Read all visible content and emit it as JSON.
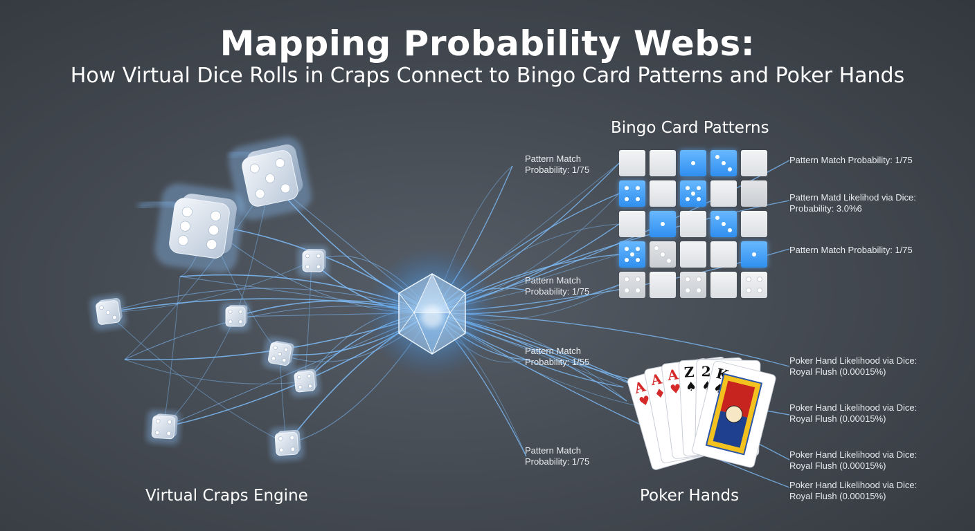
{
  "header": {
    "title": "Mapping Probability Webs:",
    "subtitle": "How Virtual Dice Rolls in Craps Connect to Bingo Card Patterns and Poker Hands"
  },
  "sections": {
    "craps_label": "Virtual Craps Engine",
    "bingo_label": "Bingo Card Patterns",
    "poker_label": "Poker Hands"
  },
  "left_annotations": [
    {
      "line1": "Pattern Match",
      "line2": "Probability: 1/75"
    },
    {
      "line1": "Pattern Match",
      "line2": "Probability: 1/75"
    },
    {
      "line1": "Pattern Match",
      "line2": "Probability: 1/55"
    },
    {
      "line1": "Pattern Match",
      "line2": "Probability: 1/75"
    }
  ],
  "bingo_annotations": [
    {
      "line1": "Pattern Match Probability: 1/75",
      "line2": ""
    },
    {
      "line1": "Pattern Matd Likelihod via Dice:",
      "line2": "Probability: 3.0%6"
    },
    {
      "line1": "Pattern Match Probability: 1/75",
      "line2": ""
    }
  ],
  "poker_annotations": [
    {
      "line1": "Poker Hand Likelihood via Dice:",
      "line2": "Royal Flush (0.00015%)"
    },
    {
      "line1": "Poker Hand Likelihood via Dice:",
      "line2": "Royal Flush (0.00015%)"
    },
    {
      "line1": "Poker Hand Likelihood via Dice:",
      "line2": "Royal Flush (0.00015%)"
    },
    {
      "line1": "Poker Hand Likelihood via Dice:",
      "line2": "Royal Flush (0.00015%)"
    }
  ],
  "cards": [
    {
      "rank": "A",
      "suit": "♥",
      "color": "#d42a2a"
    },
    {
      "rank": "A",
      "suit": "♦",
      "color": "#d42a2a"
    },
    {
      "rank": "A",
      "suit": "♥",
      "color": "#d42a2a"
    },
    {
      "rank": "Z",
      "suit": "♠",
      "color": "#111111"
    },
    {
      "rank": "2",
      "suit": "♠",
      "color": "#111111"
    },
    {
      "rank": "K",
      "suit": "♠",
      "color": "#111111"
    }
  ],
  "bingo_grid": [
    [
      "w",
      "w",
      "b",
      "b",
      "w"
    ],
    [
      "b",
      "w",
      "b",
      "w",
      "g"
    ],
    [
      "w",
      "b",
      "w",
      "b",
      "w"
    ],
    [
      "b",
      "g",
      "w",
      "w",
      "b"
    ],
    [
      "g",
      "w",
      "g",
      "w",
      "w"
    ]
  ],
  "bingo_pips": [
    [
      0,
      0,
      1,
      3,
      0
    ],
    [
      4,
      0,
      5,
      0,
      0
    ],
    [
      0,
      1,
      0,
      3,
      0
    ],
    [
      5,
      3,
      0,
      0,
      1
    ],
    [
      4,
      0,
      4,
      0,
      4
    ]
  ],
  "colors": {
    "accent": "#4aa3ff",
    "glow": "#9fd0ff",
    "background": "#454b53"
  },
  "icons": {
    "hub": "icosahedron-icon",
    "die": "die-icon",
    "card": "playing-card-icon"
  }
}
